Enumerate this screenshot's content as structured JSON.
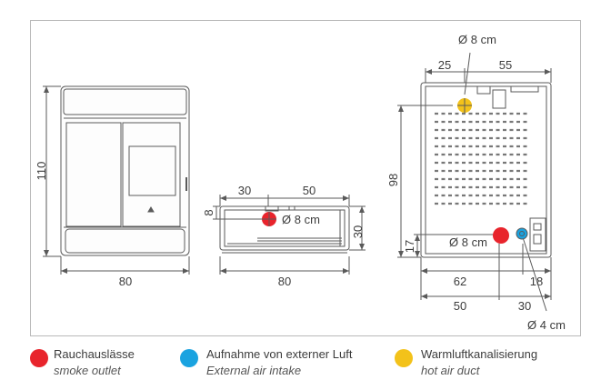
{
  "colors": {
    "smoke": "#e8242c",
    "intake": "#1aa3e0",
    "hotair": "#f3c21a",
    "line": "#5a5a5a",
    "frame": "#b9b9b9"
  },
  "front_view": {
    "height_label": "110",
    "width_label": "80"
  },
  "top_view": {
    "dim_left": "30",
    "dim_right": "50",
    "dim_side": "8",
    "dim_depth": "30",
    "dim_width": "80",
    "outlet_label": "Ø 8 cm"
  },
  "rear_view": {
    "top_left": "25",
    "top_right": "55",
    "top_pipe": "Ø 8 cm",
    "height": "98",
    "low_height": "17",
    "outlet_label": "Ø 8 cm",
    "bottom_left": "62",
    "bottom_right": "18",
    "base_left": "50",
    "base_right": "30",
    "intake_label": "Ø 4 cm"
  },
  "legend": [
    {
      "title": "Rauchauslässe",
      "subtitle": "smoke outlet",
      "icon": "red-dot"
    },
    {
      "title": "Aufnahme von externer Luft",
      "subtitle": "External air intake",
      "icon": "blue-dot"
    },
    {
      "title": "Warmluftkanalisierung",
      "subtitle": "hot air duct",
      "icon": "yellow-dot"
    }
  ]
}
